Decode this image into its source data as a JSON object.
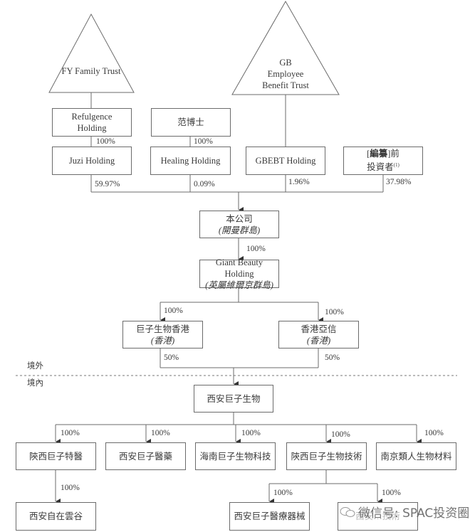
{
  "title": "Shareholding structure chart",
  "trusts": [
    {
      "id": "fy",
      "label": [
        "FY Family Trust"
      ]
    },
    {
      "id": "gb",
      "label": [
        "GB",
        "Employee",
        "Benefit Trust"
      ]
    }
  ],
  "top_entities": {
    "refulgence": {
      "lines": [
        "Refulgence",
        "Holding"
      ]
    },
    "dr_fan": {
      "lines": [
        "范博士"
      ]
    },
    "juzi": {
      "lines": [
        "Juzi Holding"
      ]
    },
    "healing": {
      "lines": [
        "Healing Holding"
      ]
    },
    "gbebt": {
      "lines": [
        "GBEBT Holding"
      ]
    },
    "pre_investors": {
      "bracket_open": "[",
      "redacted": "編纂",
      "bracket_close": "]",
      "line1_suffix": "前",
      "line2": "投資者",
      "footnote": "(1)"
    }
  },
  "top_percentages": {
    "refulgence_to_juzi": "100%",
    "fan_to_healing": "100%",
    "juzi": "59.97%",
    "healing": "0.09%",
    "gbebt": "1.96%",
    "pre_investors": "37.98%"
  },
  "company": {
    "name": "本公司",
    "jurisdiction": "(開曼群島)"
  },
  "company_to_gbh": "100%",
  "giant_beauty": {
    "name": "Giant Beauty Holding",
    "jurisdiction": "(英屬維爾京群島)"
  },
  "hk_entities": [
    {
      "name": "巨子生物香港",
      "jurisdiction": "(香港)",
      "in_pct": "100%",
      "out_pct": "50%"
    },
    {
      "name": "香港亞信",
      "jurisdiction": "(香港)",
      "in_pct": "100%",
      "out_pct": "50%"
    }
  ],
  "regions": {
    "offshore": "境外",
    "onshore": "境內"
  },
  "xian_giant": {
    "name": "西安巨子生物"
  },
  "subsidiaries": [
    {
      "name": "陝西巨子特醫",
      "pct": "100%"
    },
    {
      "name": "西安巨子醫藥",
      "pct": "100%"
    },
    {
      "name": "海南巨子生物科技",
      "pct": "100%"
    },
    {
      "name": "陝西巨子生物技術",
      "pct": "100%"
    },
    {
      "name": "南京類人生物材料",
      "pct": "100%"
    }
  ],
  "second_level": [
    {
      "parent": "陝西巨子特醫",
      "name": "西安自在雲谷",
      "pct": "100%"
    },
    {
      "parent": "陝西巨子生物技術",
      "name": "西安巨子醫療器械",
      "pct": "100%"
    },
    {
      "parent": "陝西巨子生物技術",
      "name": "西安…技術",
      "pct": "100%",
      "obscured": true
    }
  ],
  "watermark": {
    "text": "微信号: SPAC投资圈"
  },
  "colors": {
    "line": "#6b6b6b",
    "text": "#3a3a3a",
    "background": "#ffffff"
  }
}
